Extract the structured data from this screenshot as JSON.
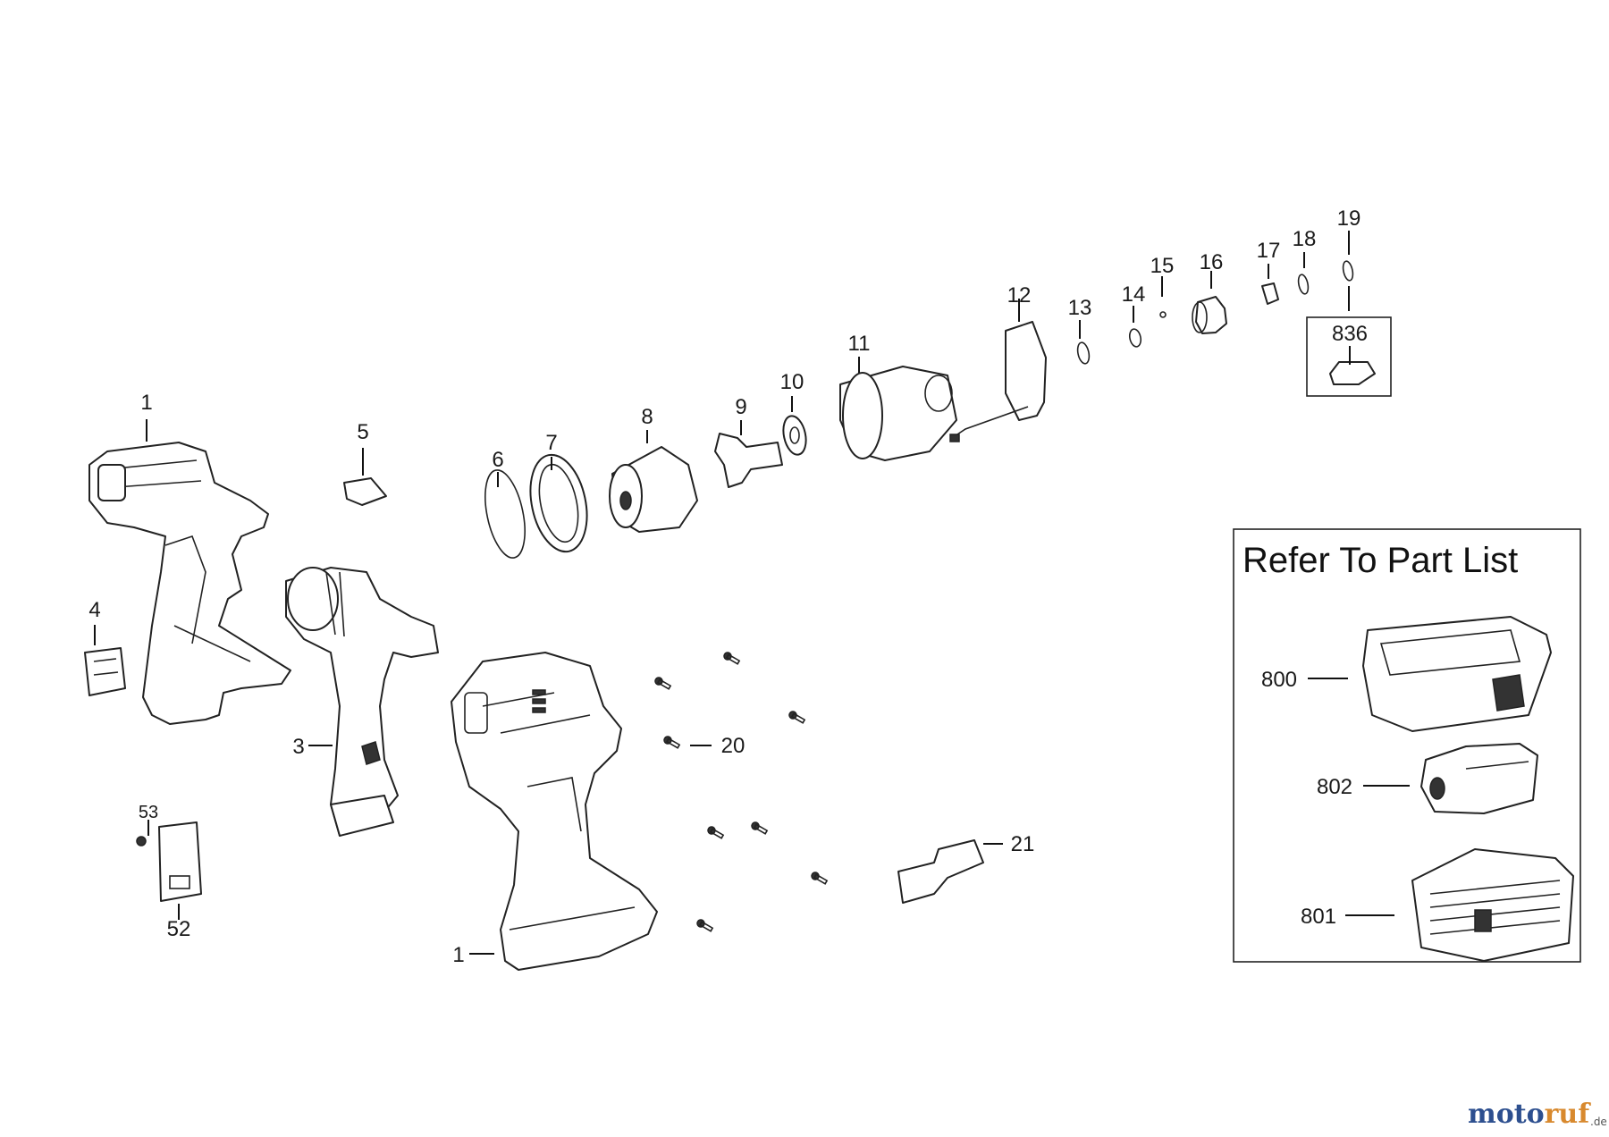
{
  "callouts": {
    "c1_top": "1",
    "c4": "4",
    "c5": "5",
    "c3": "3",
    "c53": "53",
    "c52": "52",
    "c6": "6",
    "c7": "7",
    "c8": "8",
    "c9": "9",
    "c10": "10",
    "c11": "11",
    "c12": "12",
    "c13": "13",
    "c14": "14",
    "c15": "15",
    "c16": "16",
    "c17": "17",
    "c18": "18",
    "c19": "19",
    "c836": "836",
    "c20": "20",
    "c21": "21",
    "c1_bottom": "1",
    "c800": "800",
    "c802": "802",
    "c801": "801"
  },
  "refer_box": {
    "title": "Refer To Part List"
  },
  "watermark": {
    "part1": "moto",
    "part2": "ruf",
    "tld": ".de"
  },
  "colors": {
    "watermark_blue": "#2d4f8f",
    "watermark_orange": "#d8892e",
    "line": "#222222"
  }
}
